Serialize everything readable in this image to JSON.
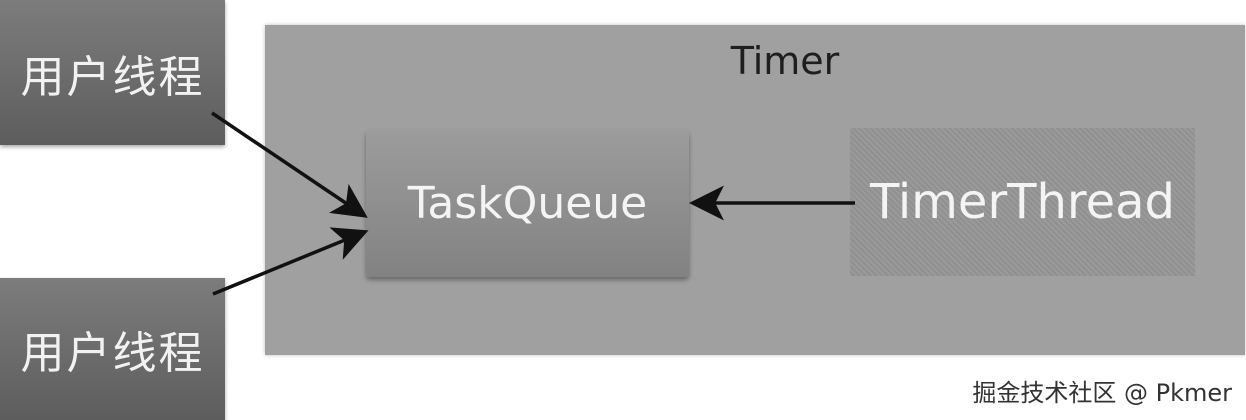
{
  "diagram": {
    "timer_label": "Timer",
    "user_thread_top_label": "用户线程",
    "user_thread_bottom_label": "用户线程",
    "task_queue_label": "TaskQueue",
    "timer_thread_label": "TimerThread"
  },
  "watermark": "掘金技术社区 @ Pkmer",
  "colors": {
    "container": "#a0a0a0",
    "user_thread": "#6b6b6b",
    "task_queue": "#8e8e8e",
    "timer_thread": "#969696",
    "arrow": "#111111"
  }
}
